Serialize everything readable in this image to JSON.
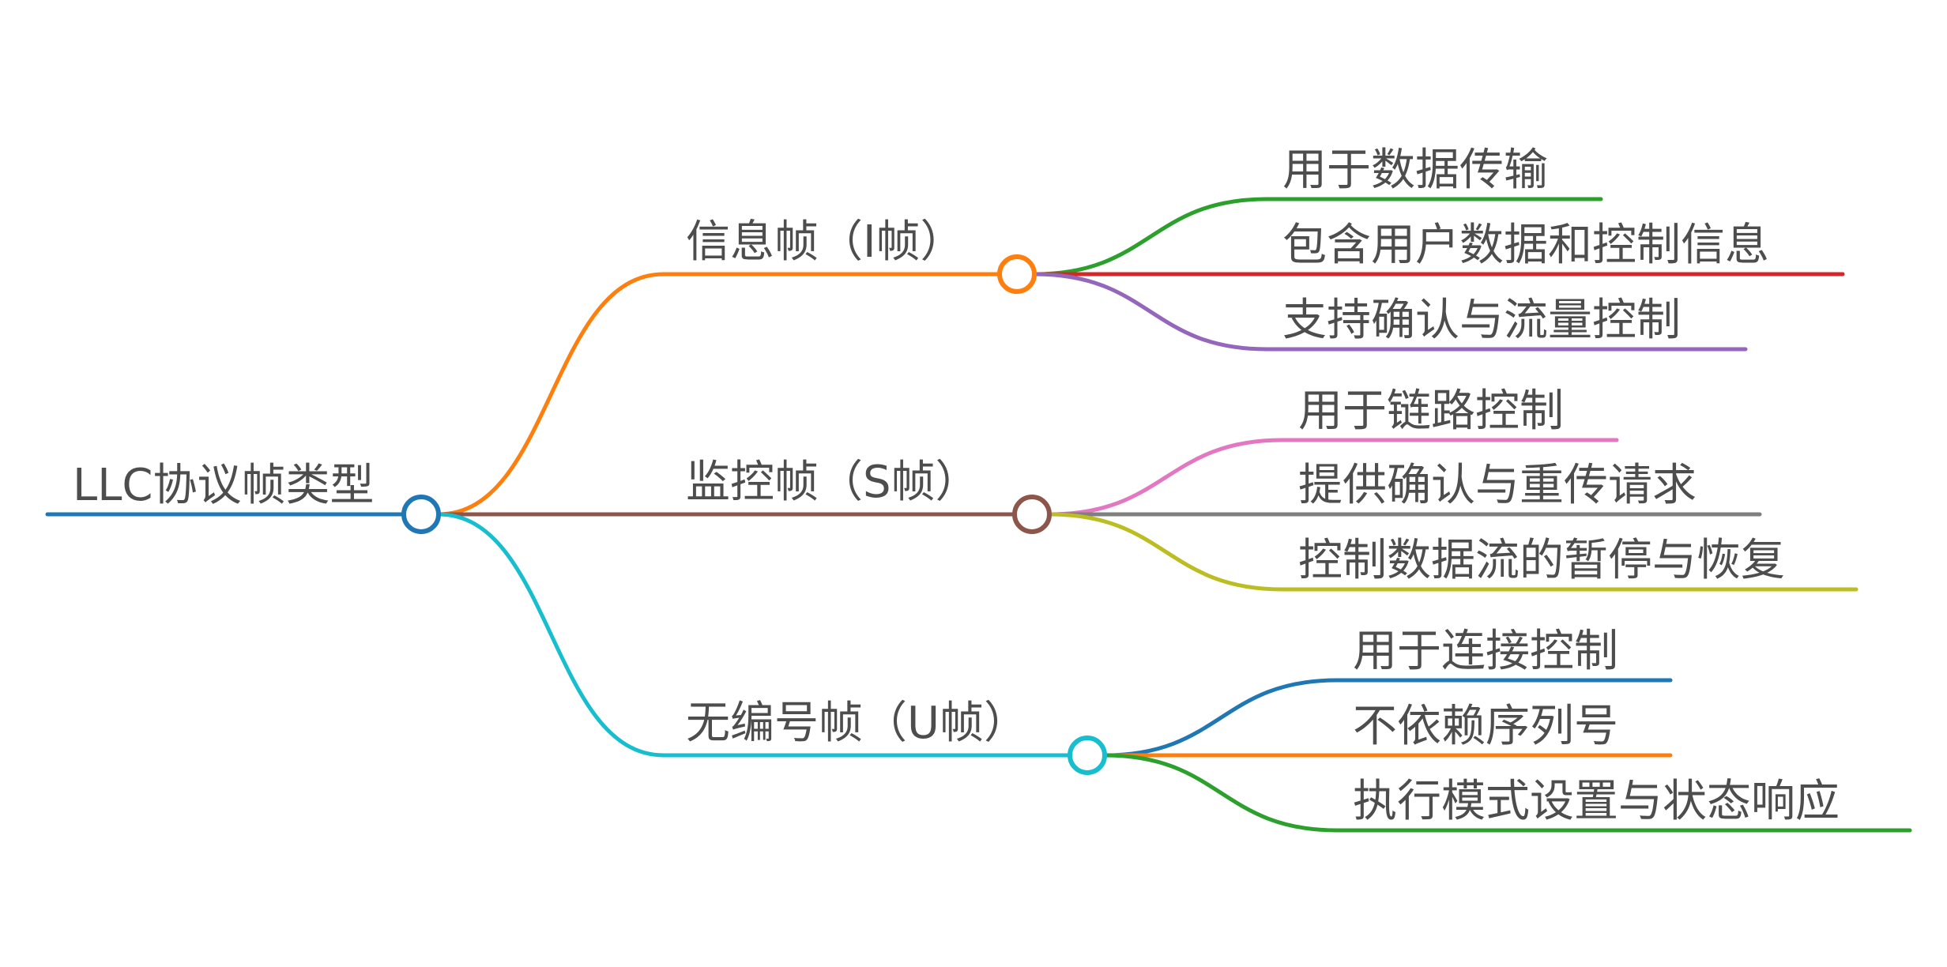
{
  "root": {
    "label": "LLC协议帧类型",
    "color": "#1f77b4"
  },
  "branches": [
    {
      "label": "信息帧（I帧）",
      "color": "#ff7f0e",
      "children": [
        {
          "label": "用于数据传输",
          "color": "#2ca02c"
        },
        {
          "label": "包含用户数据和控制信息",
          "color": "#d62728"
        },
        {
          "label": "支持确认与流量控制",
          "color": "#9467bd"
        }
      ]
    },
    {
      "label": "监控帧（S帧）",
      "color": "#8c564b",
      "children": [
        {
          "label": "用于链路控制",
          "color": "#e377c2"
        },
        {
          "label": "提供确认与重传请求",
          "color": "#7f7f7f"
        },
        {
          "label": "控制数据流的暂停与恢复",
          "color": "#bcbd22"
        }
      ]
    },
    {
      "label": "无编号帧（U帧）",
      "color": "#17becf",
      "children": [
        {
          "label": "用于连接控制",
          "color": "#1f77b4"
        },
        {
          "label": "不依赖序列号",
          "color": "#ff7f0e"
        },
        {
          "label": "执行模式设置与状态响应",
          "color": "#2ca02c"
        }
      ]
    }
  ]
}
